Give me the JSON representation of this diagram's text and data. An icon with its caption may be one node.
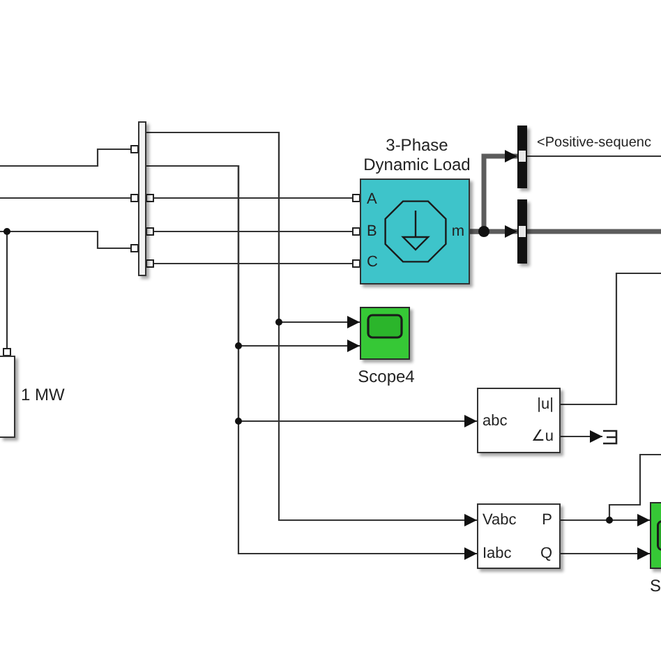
{
  "diagram": {
    "nodes": [
      {
        "text": [],
        "shape": "bar"
      },
      {
        "text": [
          "1 MW"
        ]
      },
      {
        "text": [
          "3-Phase Dynamic Load",
          "A",
          "B",
          "C",
          "m"
        ]
      },
      {
        "text": [],
        "shape": "bar"
      },
      {
        "text": [],
        "shape": "bar"
      },
      {
        "text": [
          "Scope4"
        ]
      },
      {
        "text": [
          "abc",
          "|u|",
          "∠u"
        ]
      },
      {
        "text": [],
        "shape": "box"
      },
      {
        "text": [
          "Vabc",
          "Iabc",
          "P",
          "Q"
        ]
      },
      {
        "text": [
          "S"
        ]
      }
    ],
    "edges": [
      {
        "from": null,
        "to": 0,
        "arrow": "none"
      },
      {
        "from": null,
        "to": 0,
        "arrow": "none"
      },
      {
        "from": null,
        "to": 0,
        "arrow": "none"
      },
      {
        "from": null,
        "to": 1,
        "arrow": "none"
      },
      {
        "from": 0,
        "to": 2,
        "arrow": "none"
      },
      {
        "from": 0,
        "to": 2,
        "arrow": "none"
      },
      {
        "from": 0,
        "to": 2,
        "arrow": "none"
      },
      {
        "from": 0,
        "to": 5,
        "arrow": "to"
      },
      {
        "from": 0,
        "to": 8,
        "arrow": "to"
      },
      {
        "from": 0,
        "to": 5,
        "arrow": "to"
      },
      {
        "from": 0,
        "to": 6,
        "arrow": "to"
      },
      {
        "from": 0,
        "to": 8,
        "arrow": "to"
      },
      {
        "from": 2,
        "to": 3,
        "arrow": "to",
        "style": "thick"
      },
      {
        "from": 2,
        "to": 4,
        "arrow": "to",
        "style": "thick"
      },
      {
        "from": 3,
        "to": null,
        "arrow": "none",
        "label": "<Positive-sequenc"
      },
      {
        "from": 4,
        "to": null,
        "arrow": "none",
        "style": "thick"
      },
      {
        "from": 6,
        "to": null,
        "arrow": "none"
      },
      {
        "from": 6,
        "to": 7,
        "arrow": "to"
      },
      {
        "from": 8,
        "to": 9,
        "arrow": "to"
      },
      {
        "from": 8,
        "to": null,
        "arrow": "none"
      },
      {
        "from": 8,
        "to": 9,
        "arrow": "to"
      }
    ]
  }
}
